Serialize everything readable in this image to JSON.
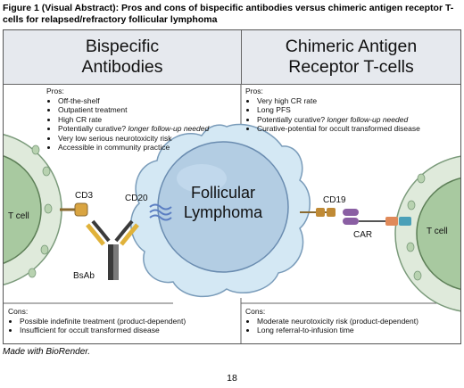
{
  "figure_title": "Figure 1 (Visual Abstract): Pros and cons of bispecific antibodies versus chimeric antigen receptor T-cells for relapsed/refractory follicular lymphoma",
  "left_header": {
    "line1": "Bispecific",
    "line2": "Antibodies"
  },
  "right_header": {
    "line1": "Chimeric Antigen",
    "line2": "Receptor T-cells"
  },
  "left_pros": {
    "heading": "Pros:",
    "items": [
      "Off-the-shelf",
      "Outpatient treatment",
      "High CR rate",
      "Potentially curative?",
      "Very low serious neurotoxicity risk",
      "Accessible in community practice"
    ],
    "item4_note": "longer follow-up needed"
  },
  "right_pros": {
    "heading": "Pros:",
    "items": [
      "Very high CR rate",
      "Long PFS",
      "Potentially curative?",
      "Curative-potential for occult transformed disease"
    ],
    "item3_note": "longer follow-up needed"
  },
  "left_cons": {
    "heading": "Cons:",
    "items": [
      "Possible indefinite treatment (product-dependent)",
      "Insufficient for occult transformed disease"
    ]
  },
  "right_cons": {
    "heading": "Cons:",
    "items": [
      "Moderate neurotoxicity risk (product-dependent)",
      "Long referral-to-infusion time"
    ]
  },
  "labels": {
    "t_cell_left": "T cell",
    "t_cell_right": "T cell",
    "cd3": "CD3",
    "cd20": "CD20",
    "cd19": "CD19",
    "car": "CAR",
    "bsab": "BsAb",
    "follicular": "Follicular",
    "lymphoma": "Lymphoma"
  },
  "footer_note": "Made with BioRender.",
  "page_number": "18",
  "colors": {
    "header_bg": "#e6e9ee",
    "t_cell_outer": "#dfeadb",
    "t_cell_nucleus": "#a8c9a0",
    "lymphoma_cell": "#d4e8f4",
    "lymphoma_nucleus": "#b3cde3",
    "cd3": "#d9a441",
    "cd20": "#5b7ec2",
    "cd19": "#c08a35",
    "car": "#8a5fa3",
    "bsab_yellow": "#e0b23a",
    "bsab_dark": "#3a3a3a"
  }
}
